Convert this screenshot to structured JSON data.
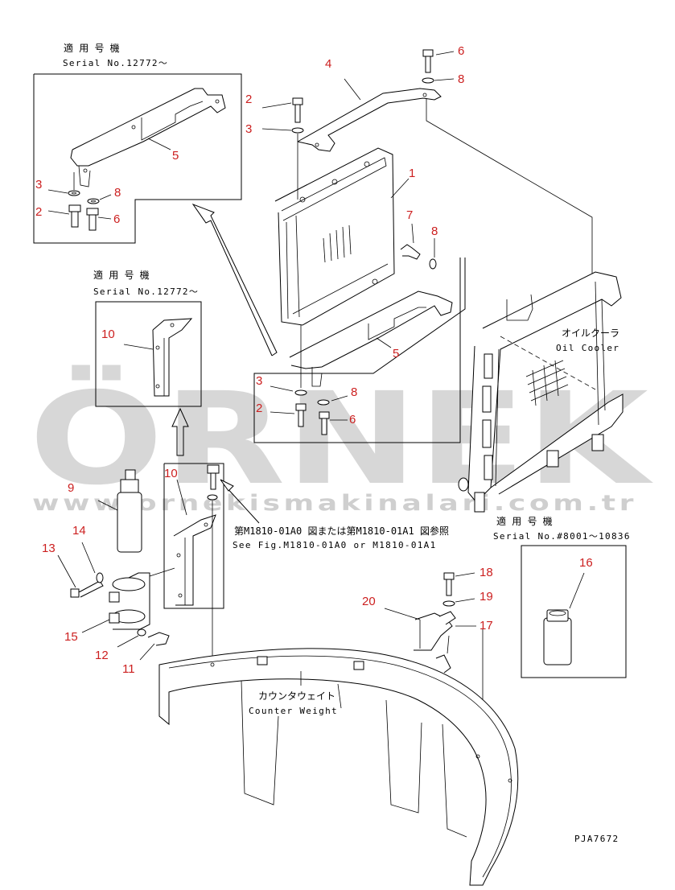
{
  "labels": {
    "applicable_jp": "適 用 号 機",
    "serial_12772": "Serial No.12772～",
    "serial_8001": "Serial No.#8001～10836",
    "oil_cooler_jp": "オイルクーラ",
    "oil_cooler_en": "Oil Cooler",
    "counterweight_jp": "カウンタウェイト",
    "counterweight_en": "Counter Weight",
    "see_fig_jp": "第M1810-01A0 図または第M1810-01A1 図参照",
    "see_fig_en": "See Fig.M1810-01A0 or M1810-01A1",
    "drawing_code": "PJA7672"
  },
  "watermark": {
    "brand": "ÖRNEK",
    "url": "www.ornekismakinalari.com.tr",
    "color": "#c9c9c9"
  },
  "callouts": {
    "c1": "1",
    "c2": "2",
    "c3": "3",
    "c4": "4",
    "c5": "5",
    "c6": "6",
    "c7": "7",
    "c8": "8",
    "c9": "9",
    "c10": "10",
    "c11": "11",
    "c12": "12",
    "c13": "13",
    "c14": "14",
    "c15": "15",
    "c16": "16",
    "c17": "17",
    "c18": "18",
    "c19": "19",
    "c20": "20"
  },
  "colors": {
    "callout": "#cc1f1f",
    "line": "#000000"
  }
}
